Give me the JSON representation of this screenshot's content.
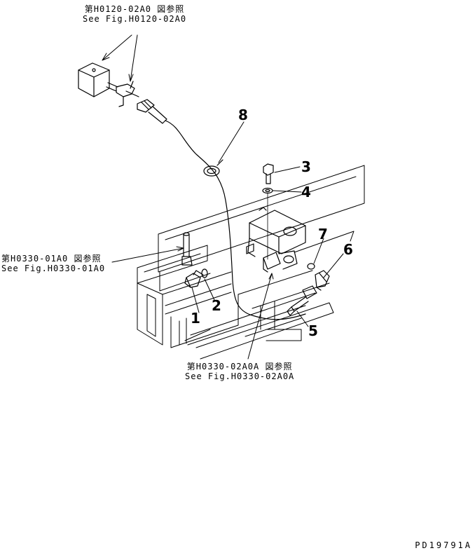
{
  "references": {
    "top": {
      "jp": "第H0120-02A0 図参照",
      "en": "See Fig.H0120-02A0"
    },
    "left": {
      "jp": "第H0330-01A0 図参照",
      "en": "See Fig.H0330-01A0"
    },
    "bottom": {
      "jp": "第H0330-02A0A 図参照",
      "en": "See Fig.H0330-02A0A"
    }
  },
  "callouts": [
    "1",
    "2",
    "3",
    "4",
    "5",
    "6",
    "7",
    "8"
  ],
  "figure_id": "PD19791A",
  "colors": {
    "ink": "#000000",
    "paper": "#ffffff"
  }
}
